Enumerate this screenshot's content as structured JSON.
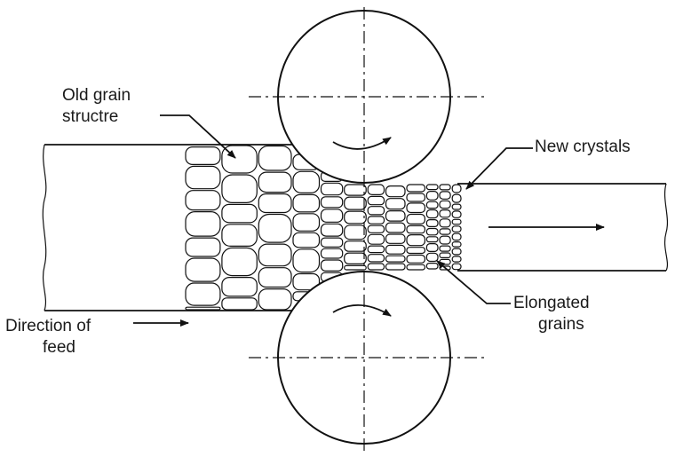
{
  "labels": {
    "old_grain_line1": "Old grain",
    "old_grain_line2": "structre",
    "new_crystals": "New crystals",
    "elongated_line1": "Elongated",
    "elongated_line2": "grains",
    "direction_line1": "Direction of",
    "direction_line2": "feed"
  }
}
